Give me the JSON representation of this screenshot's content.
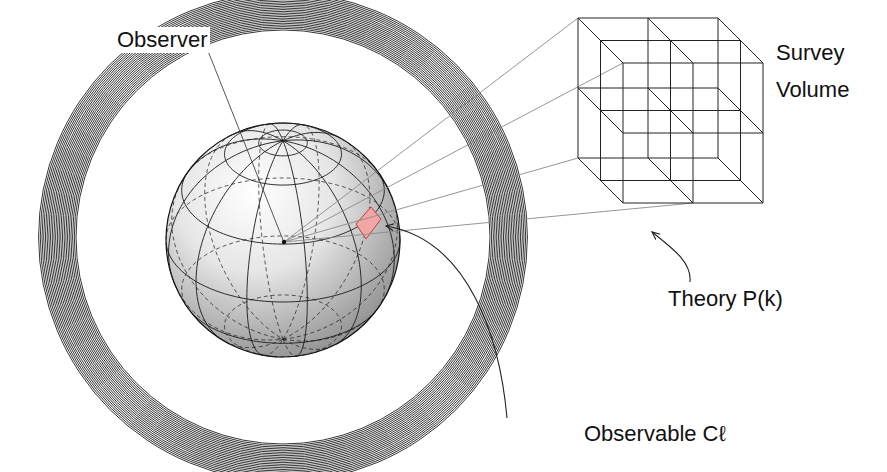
{
  "diagram": {
    "labels": [
      "Observer",
      "Survey Volume",
      "Theory P(k)",
      "Observable Cℓ"
    ]
  }
}
